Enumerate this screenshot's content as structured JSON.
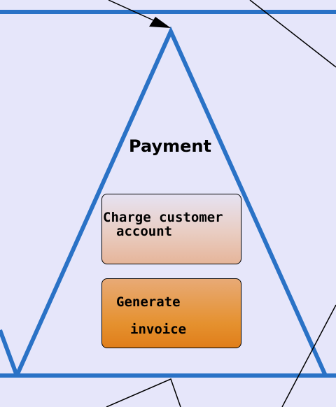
{
  "diagram": {
    "lane_title": "Payment",
    "tasks": [
      {
        "line1": "Charge customer",
        "line2": "account"
      },
      {
        "line1": "Generate",
        "line2": "invoice"
      }
    ]
  },
  "colors": {
    "background": "#e6e6fa",
    "outline": "#2a72c6",
    "connector": "#000000",
    "task_charge_top": "#e6e2f2",
    "task_charge_bottom": "#e6b59a",
    "task_invoice_top": "#e8aa76",
    "task_invoice_bottom": "#e07e1a"
  }
}
